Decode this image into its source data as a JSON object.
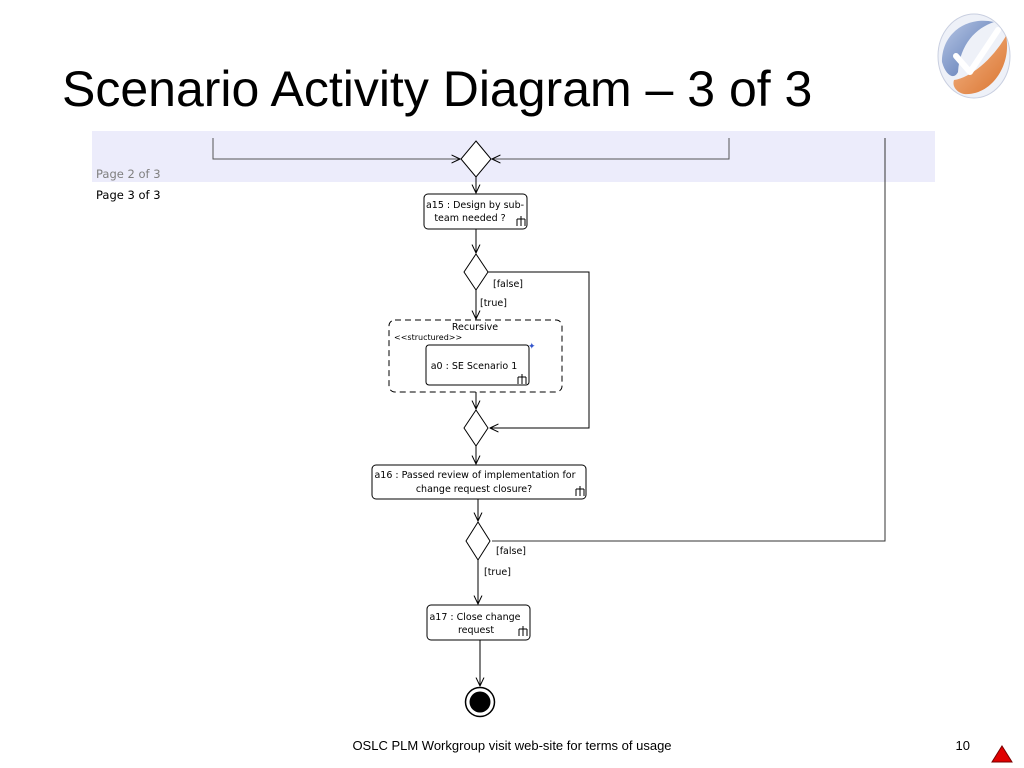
{
  "slide": {
    "title": "Scenario Activity Diagram – 3 of 3",
    "footer": "OSLC PLM Workgroup visit web-site for terms of usage",
    "page_number": "10"
  },
  "diagram": {
    "page_labels": {
      "previous": "Page 2 of 3",
      "current": "Page 3 of 3"
    },
    "a15": {
      "line1": "a15 : Design by sub-",
      "line2": "team needed ?"
    },
    "guard_false_1": "[false]",
    "guard_true_1": "[true]",
    "region": {
      "name": "Recursive",
      "stereotype": "<<structured>>"
    },
    "a0": {
      "label": "a0 : SE Scenario 1"
    },
    "a16": {
      "line1": "a16 : Passed review of implementation for",
      "line2": "change request closure?"
    },
    "guard_false_2": "[false]",
    "guard_true_2": "[true]",
    "a17": {
      "line1": "a17 : Close change",
      "line2": "request"
    }
  },
  "colors": {
    "band": "#ececfb",
    "page_label_muted": "#7f7f7f",
    "nav_arrow": "#e00000",
    "nav_arrow_border": "#7a0000"
  },
  "icons": {
    "action_icon": "rake-icon",
    "logo": "swoosh-logo",
    "nav": "triangle-up-icon"
  }
}
